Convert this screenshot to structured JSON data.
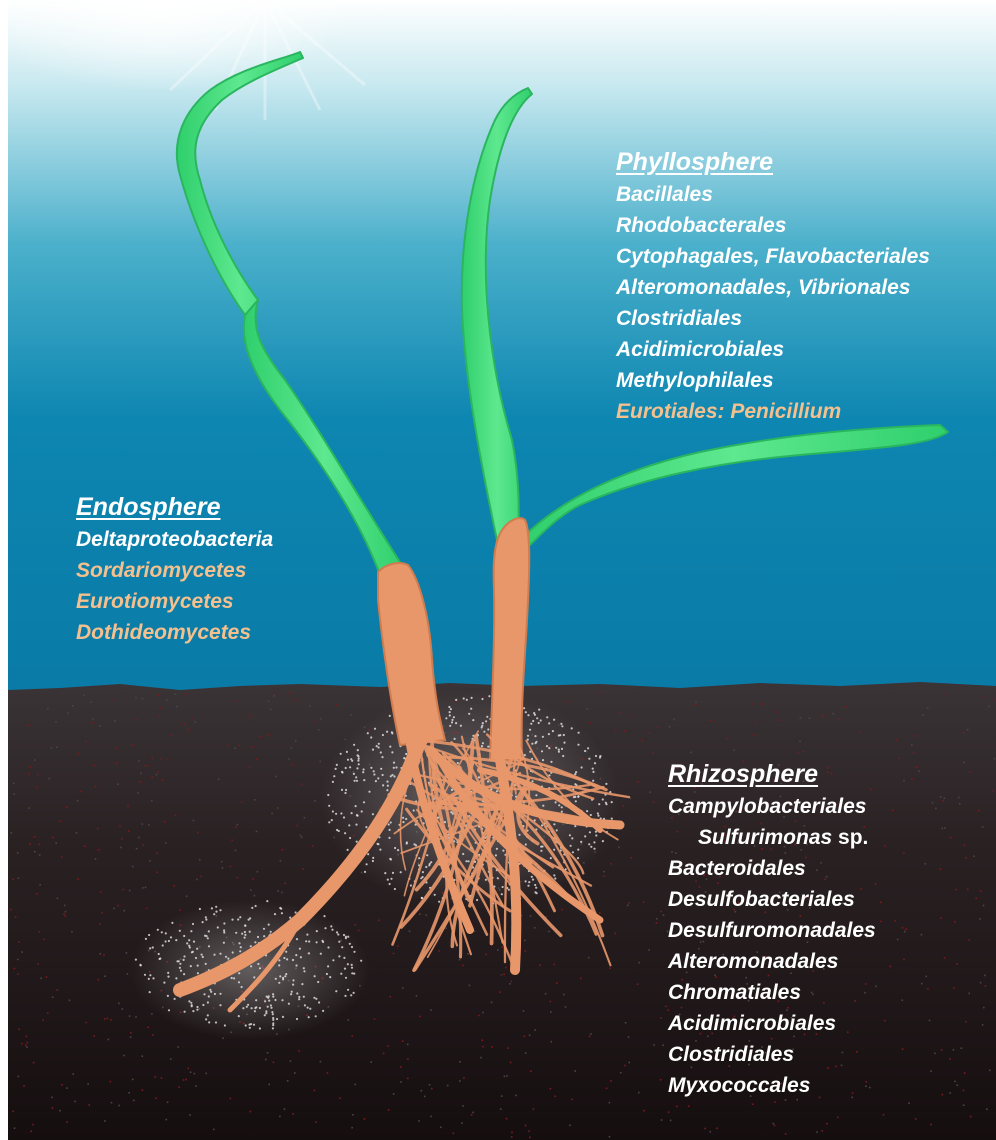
{
  "colors": {
    "water_top": "#ffffff",
    "water_mid": "#3ba6c4",
    "water_bottom": "#0a7ea9",
    "leaf": "#3ed97a",
    "root": "#e8976a",
    "sediment": "#2b2223",
    "bacteria_text": "#ffffff",
    "fungi_text": "#f4c08e"
  },
  "phyllosphere": {
    "heading": "Phyllosphere",
    "items": [
      "Bacillales",
      "Rhodobacterales",
      "Cytophagales, Flavobacteriales",
      "Alteromonadales, Vibrionales",
      "Clostridiales",
      "Acidimicrobiales",
      "Methylophilales"
    ],
    "fungi": [
      "Eurotiales: Penicillium"
    ]
  },
  "endosphere": {
    "heading": "Endosphere",
    "items": [
      "Deltaproteobacteria"
    ],
    "fungi": [
      "Sordariomycetes",
      "Eurotiomycetes",
      "Dothideomycetes"
    ]
  },
  "rhizosphere": {
    "heading": "Rhizosphere",
    "item_first": "Campylobacteriales",
    "sub_genus": "Sulfurimonas",
    "sub_suffix": " sp.",
    "items": [
      "Bacteroidales",
      "Desulfobacteriales",
      "Desulfuromonadales",
      "Alteromonadales",
      "Chromatiales",
      "Acidimicrobiales",
      "Clostridiales",
      "Myxococcales"
    ]
  }
}
